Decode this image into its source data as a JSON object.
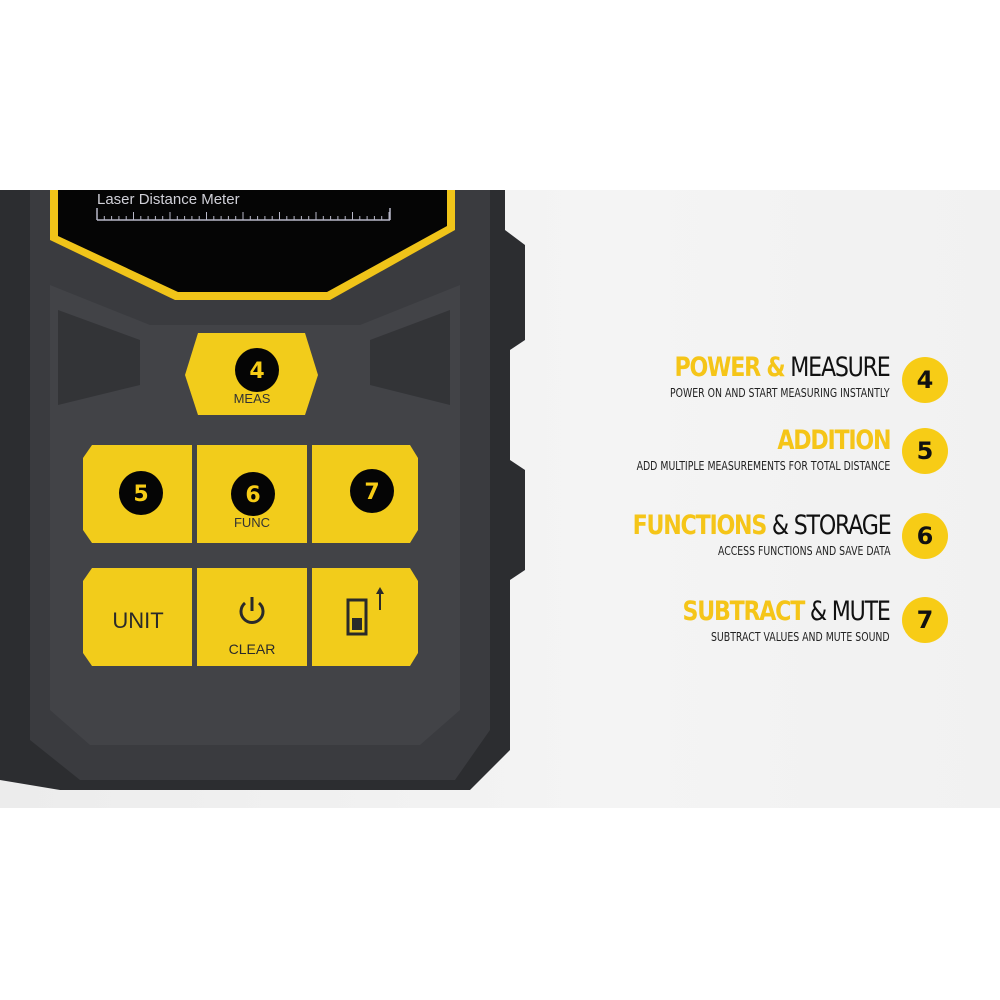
{
  "device": {
    "screen_label": "Laser Distance Meter",
    "buttons": {
      "meas": "MEAS",
      "func": "FUNC",
      "unit": "UNIT",
      "clear": "CLEAR"
    },
    "callouts": [
      "4",
      "5",
      "6",
      "7"
    ],
    "icons": {
      "power": "power-icon",
      "reference": "reference-point-icon"
    }
  },
  "features": [
    {
      "number": "4",
      "highlight": "POWER &",
      "rest": " MEASURE",
      "description": "POWER ON AND START MEASURING INSTANTLY"
    },
    {
      "number": "5",
      "highlight": "ADDITION",
      "rest": "",
      "description": "ADD MULTIPLE MEASUREMENTS FOR TOTAL DISTANCE"
    },
    {
      "number": "6",
      "highlight": "FUNCTIONS",
      "rest": " & STORAGE",
      "description": "ACCESS FUNCTIONS AND SAVE DATA"
    },
    {
      "number": "7",
      "highlight": "SUBTRACT",
      "rest": " & MUTE",
      "description": "SUBTRACT VALUES AND MUTE SOUND"
    }
  ],
  "colors": {
    "accent": "#f7cc16",
    "body": "#3a3b3f",
    "text": "#111111"
  }
}
